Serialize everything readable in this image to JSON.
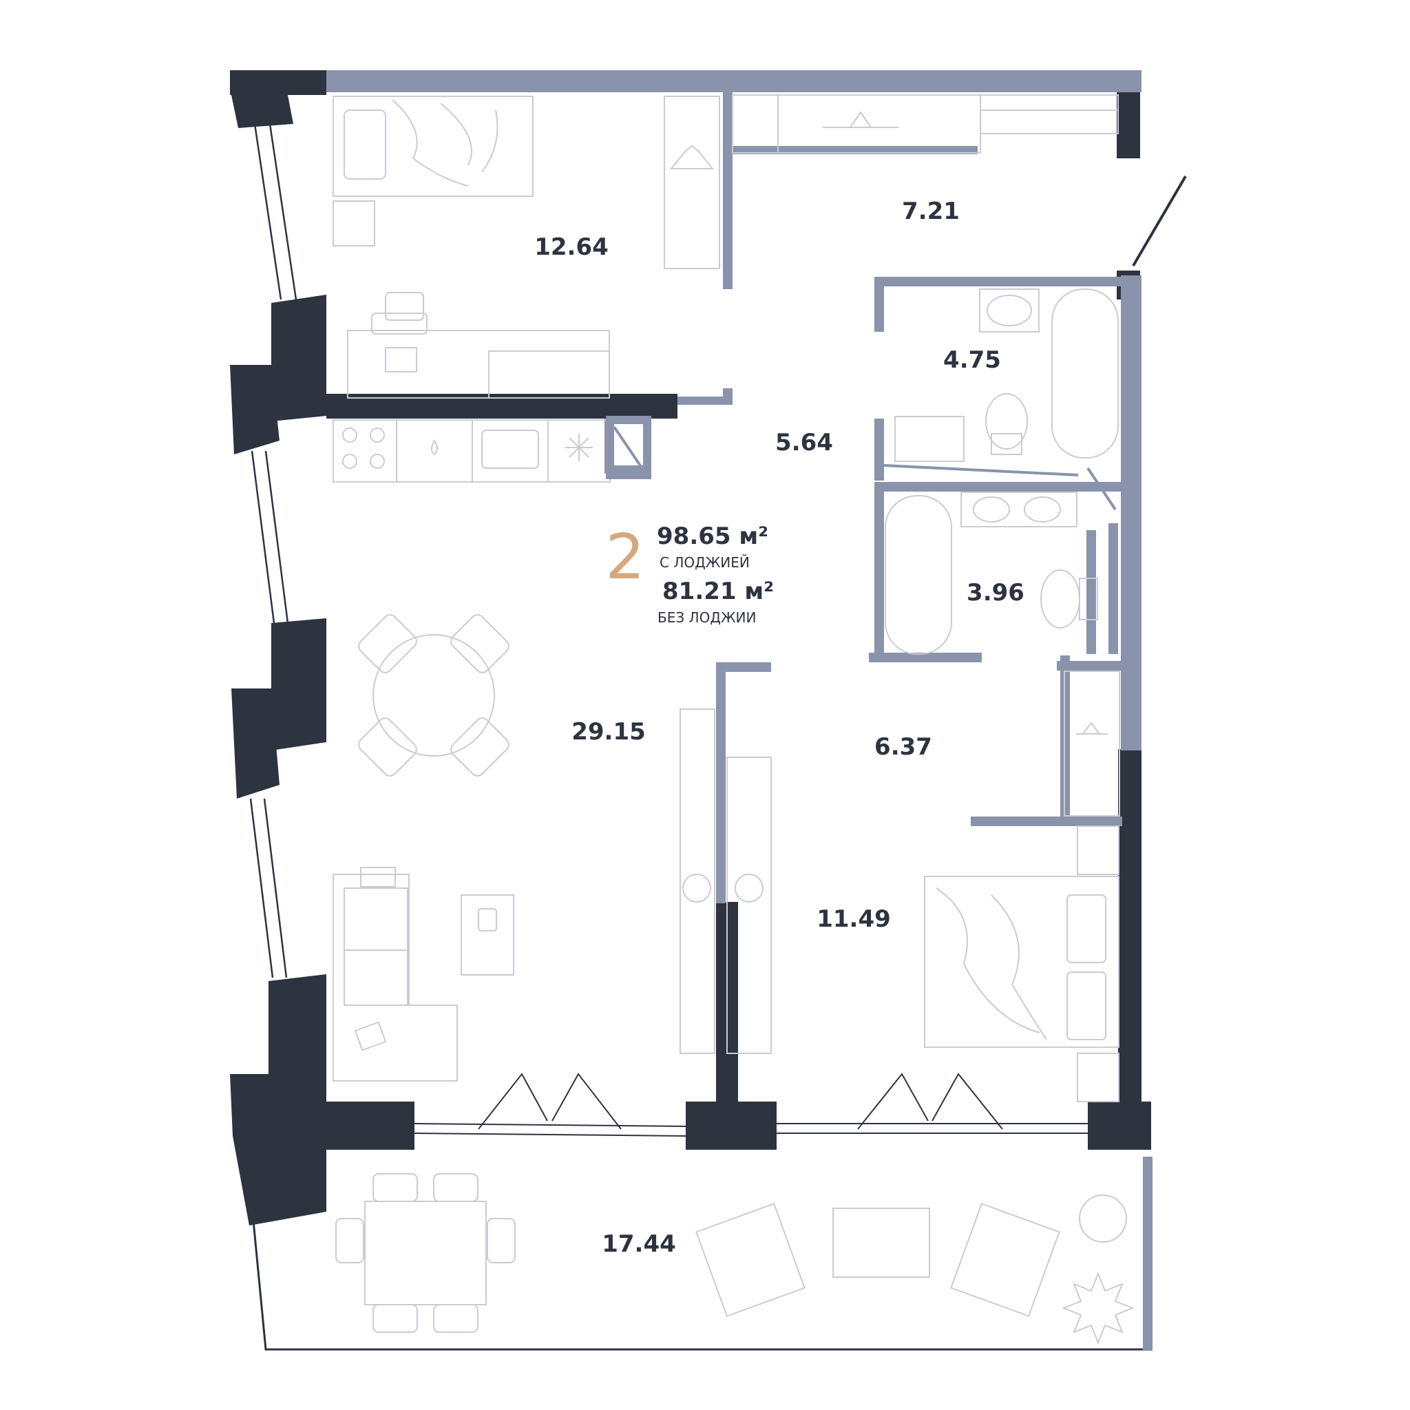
{
  "colors": {
    "outer_wall": "#2e3340",
    "inner_wall": "#8993ab",
    "accent": "#d4a97f",
    "furniture_line": "#c9ccd2",
    "text": "#2e3340"
  },
  "apartment": {
    "rooms_count": "2",
    "total_area": "98.65 м²",
    "total_caption": "С ЛОДЖИЕЙ",
    "net_area": "81.21 м²",
    "net_caption": "БЕЗ ЛОДЖИИ"
  },
  "rooms": {
    "bedroom_small": "12.64",
    "wardrobe_hall": "7.21",
    "bathroom_1": "4.75",
    "corridor": "5.64",
    "bathroom_2": "3.96",
    "living_kitchen": "29.15",
    "hall": "6.37",
    "bedroom_master": "11.49",
    "loggia": "17.44"
  }
}
